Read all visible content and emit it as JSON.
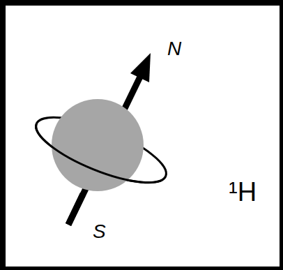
{
  "diagram": {
    "labels": [
      "N",
      "S",
      "¹H"
    ]
  }
}
